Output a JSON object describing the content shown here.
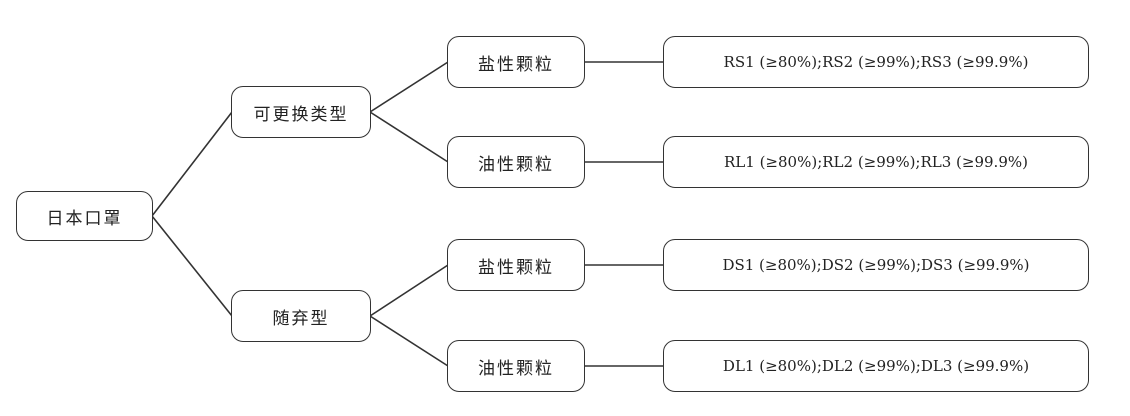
{
  "root": {
    "label": "日本口罩"
  },
  "types": [
    {
      "label": "可更换类型",
      "categories": [
        {
          "label": "盐性颗粒",
          "grades": "RS1 (≥80%);RS2 (≥99%);RS3 (≥99.9%)"
        },
        {
          "label": "油性颗粒",
          "grades": "RL1 (≥80%);RL2 (≥99%);RL3 (≥99.9%)"
        }
      ]
    },
    {
      "label": "随弃型",
      "categories": [
        {
          "label": "盐性颗粒",
          "grades": "DS1 (≥80%);DS2 (≥99%);DS3 (≥99.9%)"
        },
        {
          "label": "油性颗粒",
          "grades": "DL1 (≥80%);DL2 (≥99%);DL3 (≥99.9%)"
        }
      ]
    }
  ]
}
